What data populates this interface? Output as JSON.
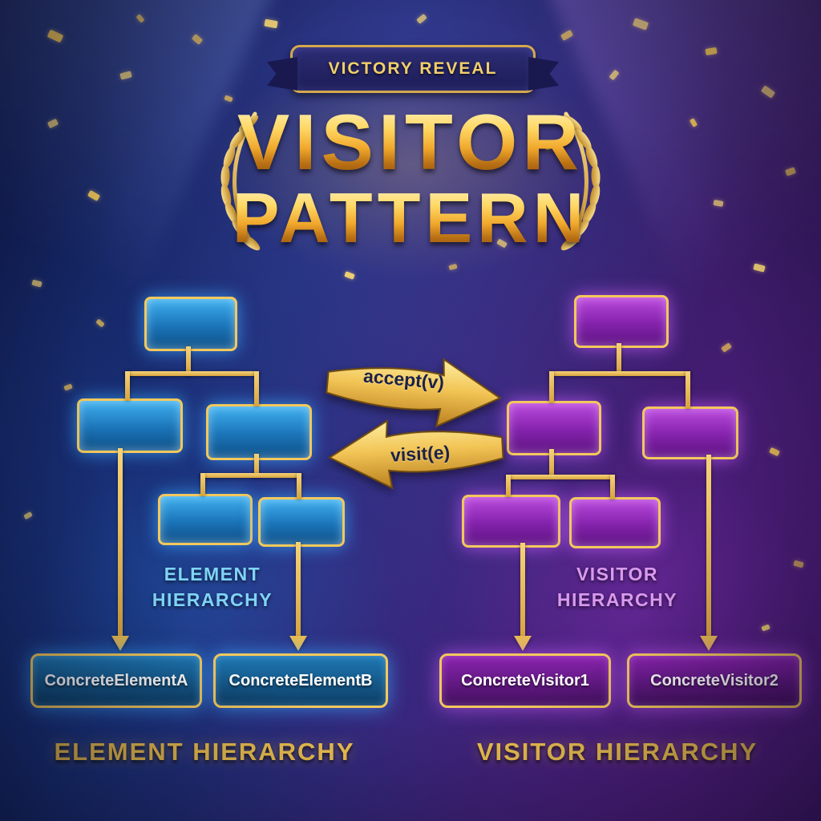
{
  "banner": {
    "label": "VICTORY REVEAL"
  },
  "title": {
    "line1": "VISITOR",
    "line2": "PATTERN"
  },
  "flow_arrows": {
    "accept": "accept(v)",
    "visit": "visit(e)"
  },
  "element_hierarchy": {
    "inner_label": [
      "ELEMENT",
      "HIERARCHY"
    ],
    "bottom_label": "ELEMENT HIERARCHY",
    "leaves": [
      {
        "label": "ConcreteElementA"
      },
      {
        "label": "ConcreteElementB"
      }
    ],
    "accent_color": "#2fa8e8"
  },
  "visitor_hierarchy": {
    "inner_label": [
      "VISITOR",
      "HIERARCHY"
    ],
    "bottom_label": "VISITOR HIERARCHY",
    "leaves": [
      {
        "label": "ConcreteVisitor1"
      },
      {
        "label": "ConcreteVisitor2"
      }
    ],
    "accent_color": "#a832c8"
  },
  "colors": {
    "gold": "#f2c455",
    "background_blue": "#1a2a6e",
    "background_purple": "#471c70"
  }
}
